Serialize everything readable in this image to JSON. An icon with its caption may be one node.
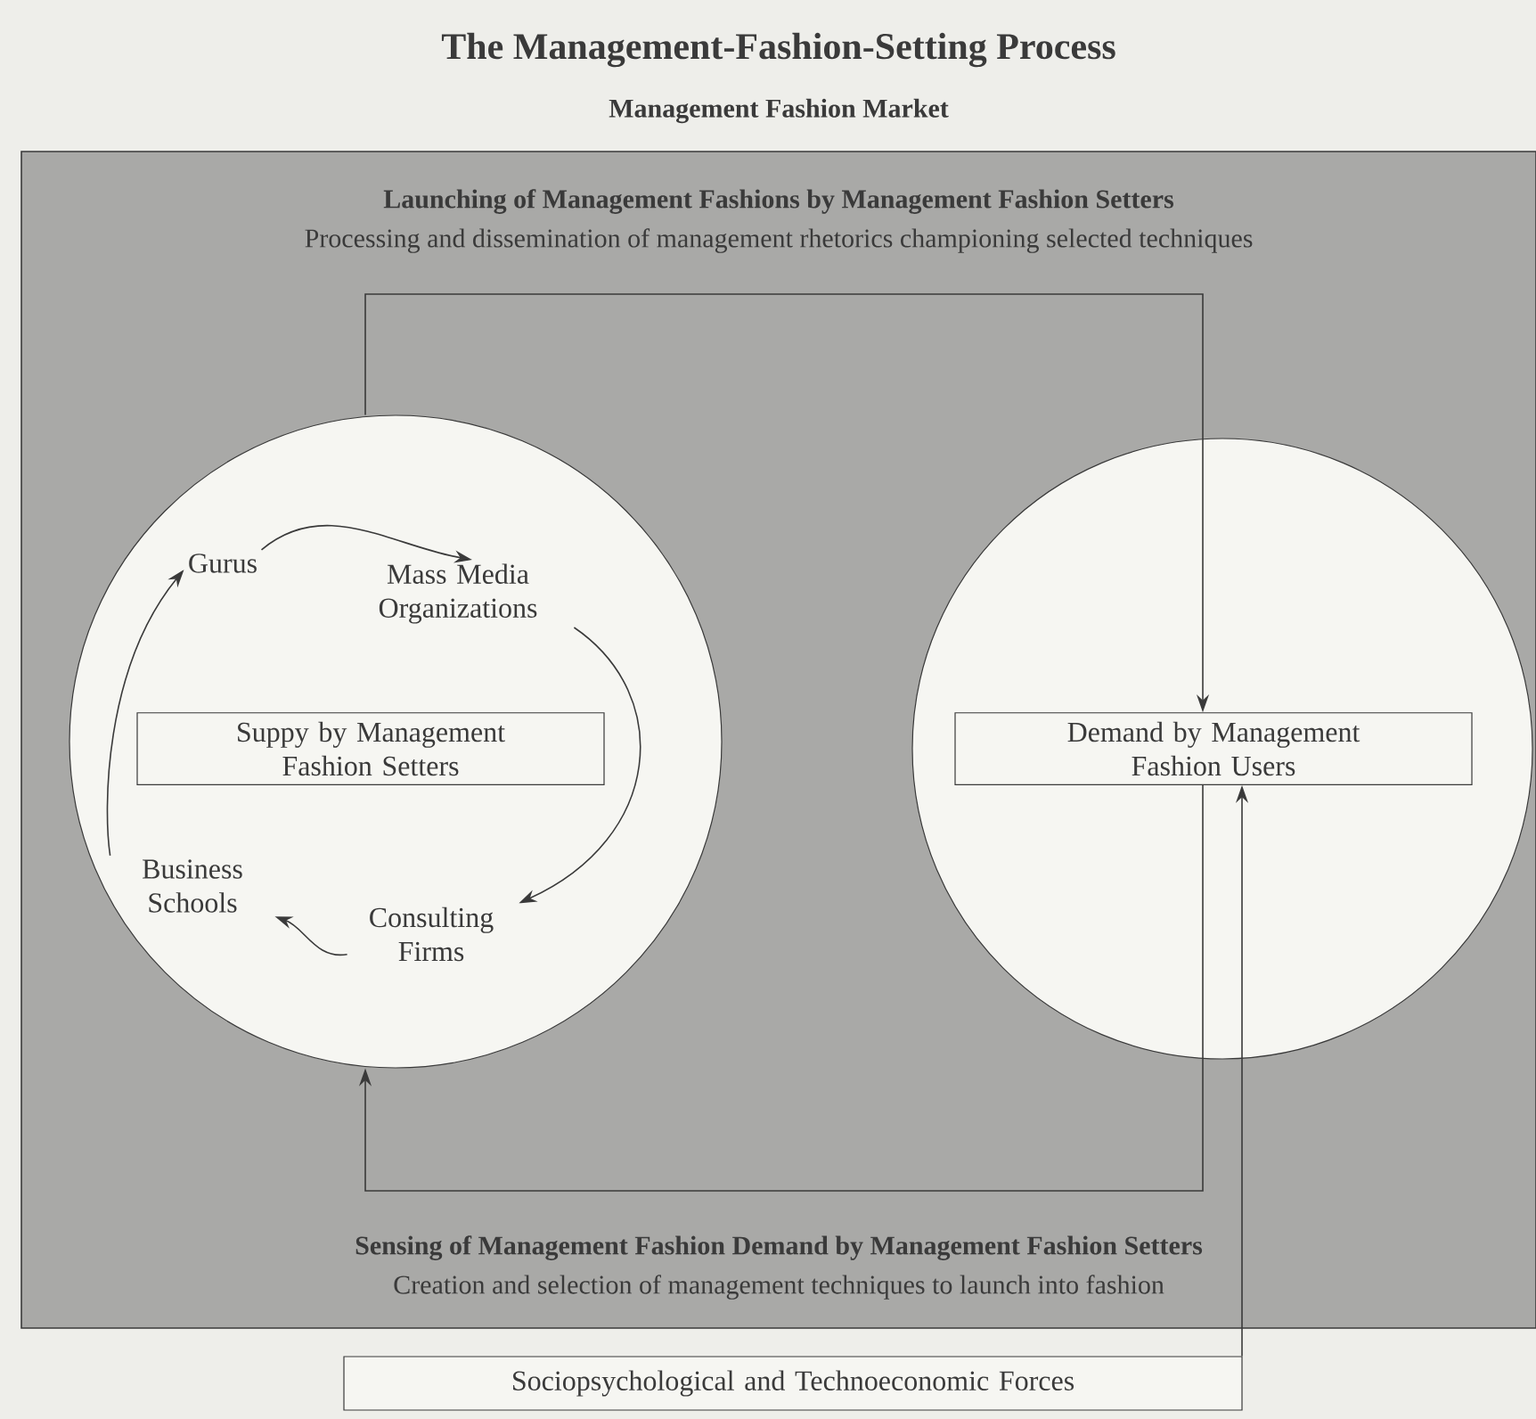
{
  "diagram": {
    "title": "The Management-Fashion-Setting Process",
    "nodes": [
      {
        "text": [
          "Management Fashion Market"
        ]
      },
      {
        "text": [],
        "shape": "circle",
        "in": 0
      },
      {
        "text": [
          "Gurus"
        ],
        "in": 1
      },
      {
        "text": [
          "Mass Media Organizations"
        ],
        "in": 1
      },
      {
        "text": [
          "Suppy by Management Fashion Setters"
        ],
        "in": 1
      },
      {
        "text": [
          "Business Schools"
        ],
        "in": 1
      },
      {
        "text": [
          "Consulting Firms"
        ],
        "in": 1
      },
      {
        "text": [],
        "shape": "circle",
        "in": 0
      },
      {
        "text": [
          "Demand by Management Fashion Users"
        ],
        "in": 7
      },
      {
        "text": [
          "Sociopsychological and Technoeconomic Forces"
        ]
      }
    ],
    "edges": [
      {
        "from": 1,
        "to": 8,
        "arrow": "to"
      },
      {
        "from": 8,
        "to": 1,
        "arrow": "to"
      },
      {
        "from": 9,
        "to": 8,
        "arrow": "to"
      },
      {
        "from": 2,
        "to": 3,
        "arrow": "to"
      },
      {
        "from": 3,
        "to": 6,
        "arrow": "to"
      },
      {
        "from": 6,
        "to": 5,
        "arrow": "to"
      },
      {
        "from": 5,
        "to": 2,
        "arrow": "to"
      }
    ],
    "labels": [
      "Launching of Management Fashions by Management Fashion Setters",
      "Processing and dissemination of management rhetorics championing selected techniques",
      "Sensing of Management Fashion Demand by Management Fashion Setters",
      "Creation and selection of management techniques to launch into fashion"
    ]
  }
}
